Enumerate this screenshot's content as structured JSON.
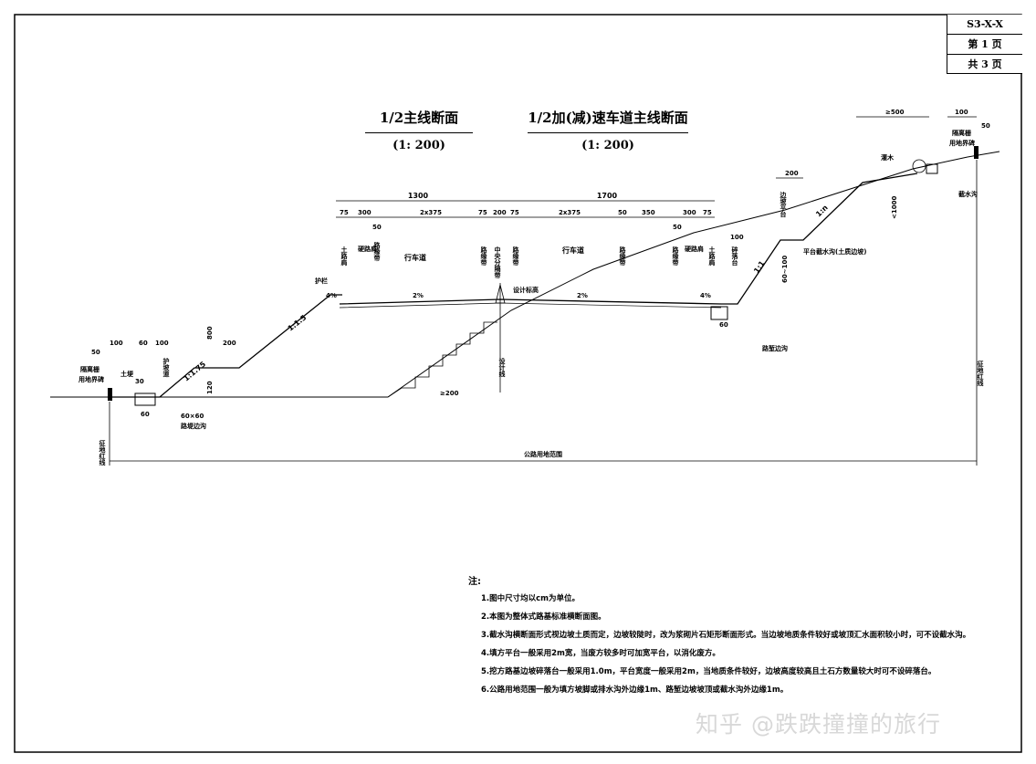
{
  "drawing_no": "S3-X-X",
  "sheet_no": "第 1 页",
  "sheet_total": "共 3 页",
  "headings": {
    "main": {
      "title": "1/2主线断面",
      "scale": "(1: 200)"
    },
    "ramp": {
      "title": "1/2加(减)速车道主线断面",
      "scale": "(1: 200)"
    }
  },
  "dims": {
    "total_left": "1300",
    "total_right": "1700",
    "d75": "75",
    "d300": "300",
    "d2x375": "2x375",
    "d200": "200",
    "d50": "50",
    "d350": "350",
    "d100": "100",
    "d500": "≥500",
    "d1000": "<1000",
    "d60_100": "60~100",
    "d60x60": "60×60",
    "d60": "60",
    "d800": "800",
    "d120": "120",
    "d30": "30"
  },
  "labels": {
    "earth_shoulder": "土路肩",
    "hard_shoulder": "硬路肩",
    "marking_band": "路缘带",
    "lane": "行车道",
    "median": "中央分隔带",
    "guardrail": "护栏",
    "design_elev": "设计标高",
    "design_line": "设计线",
    "slope_1_1_5": "1:1.5",
    "slope_1_1_75": "1:1.75",
    "slope_1_1": "1:1",
    "slope_1_n": "1:n",
    "crossfall_2": "2%",
    "crossfall_4": "4%",
    "platform_ditch": "平台截水沟(土质边坡)",
    "side_ditch": "路堑边沟",
    "toe_ditch": "路堤边沟",
    "berm": "护坡道",
    "earth_bank": "土埂",
    "fence_left": "隔离栅",
    "land_marker": "用地界碑",
    "cut_platform": "边坡平台",
    "interception": "截水沟",
    "shrub": "灌木",
    "crushed_platform": "碎落台",
    "red_line": "征地红线",
    "land_range": "公路用地范围",
    "step": "≥200"
  },
  "notes": {
    "header": "注:",
    "items": [
      "1.图中尺寸均以cm为单位。",
      "2.本图为整体式路基标准横断面图。",
      "3.截水沟横断面形式视边坡土质而定，边坡较陡时，改为浆砌片石矩形断面形式。当边坡地质条件较好或坡顶汇水面积较小时，可不设截水沟。",
      "4.填方平台一般采用2m宽，当废方较多时可加宽平台，以消化废方。",
      "5.挖方路基边坡碎落台一般采用1.0m，平台宽度一般采用2m，当地质条件较好，边坡高度较高且土石方数量较大时可不设碎落台。",
      "6.公路用地范围一般为填方坡脚或排水沟外边缘1m、路堑边坡坡顶或截水沟外边缘1m。"
    ]
  },
  "watermark": "知乎 @跌跌撞撞的旅行"
}
